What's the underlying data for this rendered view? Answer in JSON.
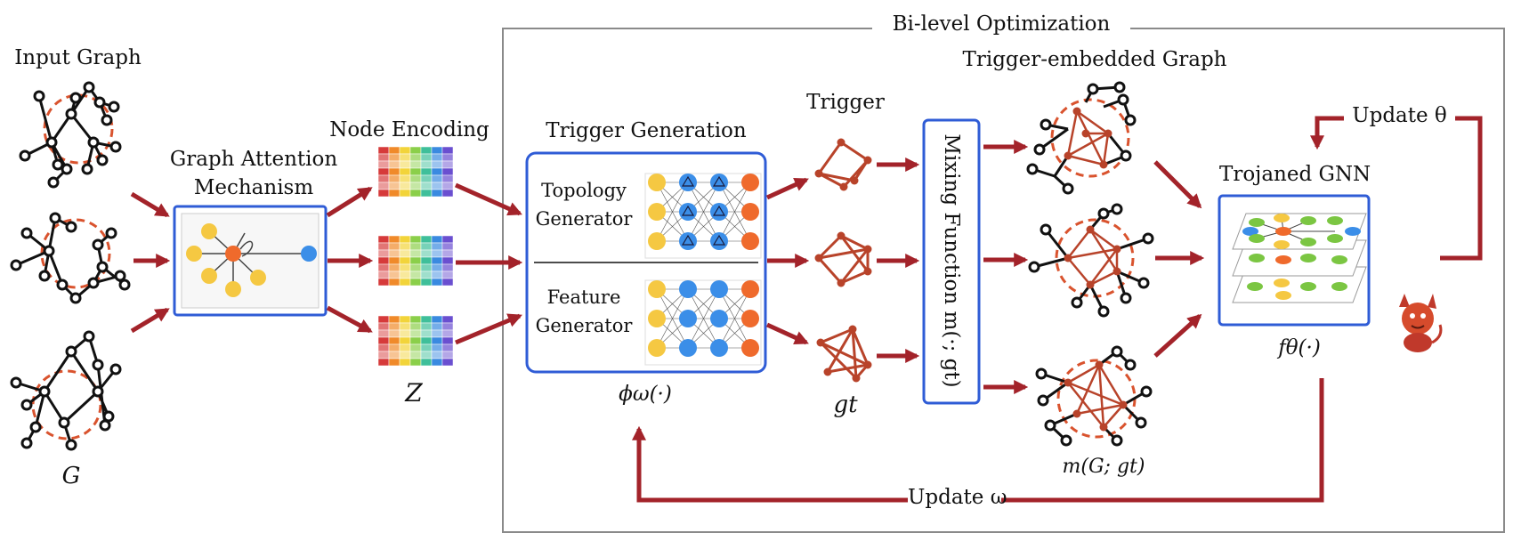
{
  "section_title": "Bi-level Optimization",
  "input": {
    "title": "Input Graph",
    "symbol": "G"
  },
  "attention": {
    "line1": "Graph Attention",
    "line2": "Mechanism"
  },
  "encoding": {
    "title": "Node Encoding",
    "symbol": "Z"
  },
  "trigger_gen": {
    "title": "Trigger Generation",
    "topology_line1": "Topology",
    "topology_line2": "Generator",
    "feature_line1": "Feature",
    "feature_line2": "Generator",
    "symbol": "ϕω(·)"
  },
  "trigger": {
    "title": "Trigger",
    "symbol": "gt"
  },
  "mixing": {
    "label": "Mixing Function m(·; gt)"
  },
  "embedded": {
    "title": "Trigger-embedded Graph",
    "symbol": "m(G; gt)"
  },
  "gnn": {
    "title": "Trojaned GNN",
    "symbol": "fθ(·)"
  },
  "update_theta": "Update θ",
  "update_omega": "Update ω",
  "colors": {
    "arrow": "#a3232a",
    "box_border": "#2f5cd6",
    "dashed_circle": "#d9532e",
    "trigger_edge": "#b8432a",
    "node_yellow": "#f5c842",
    "node_orange": "#ef6a2c",
    "node_blue": "#3b8ee8",
    "node_green": "#7bc642",
    "frame": "#8a8a8a"
  },
  "icons": [
    "devil-icon"
  ]
}
